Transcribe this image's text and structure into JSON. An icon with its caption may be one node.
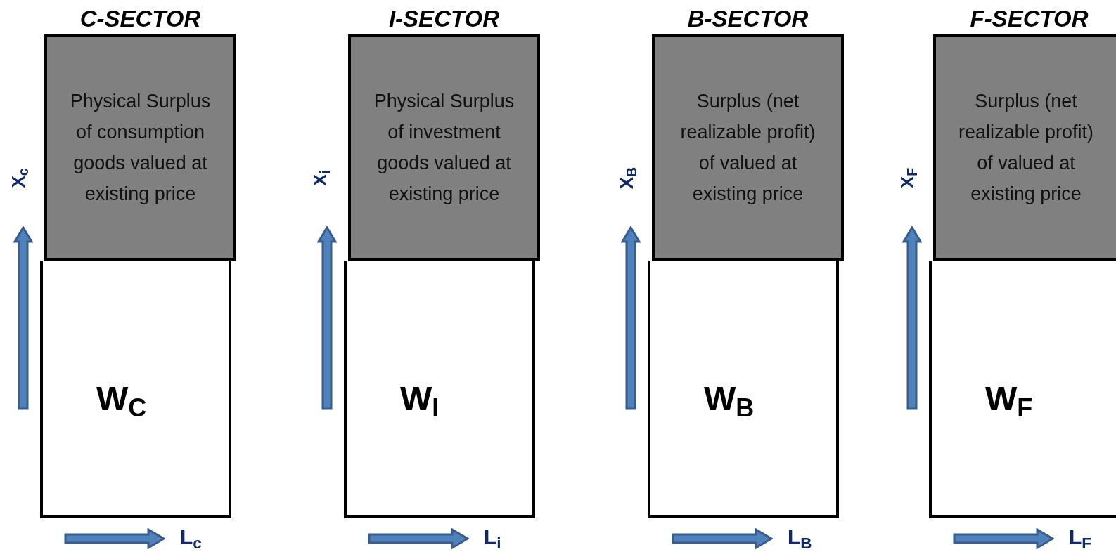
{
  "diagram": {
    "nodes": [
      {
        "text": [
          "Physical Surplus of consumption goods valued at existing price"
        ]
      },
      {
        "text": [
          "W$_{C}$"
        ]
      },
      {
        "text": [
          "Physical Surplus of investment goods valued at existing price"
        ]
      },
      {
        "text": [
          "W$_{I}$"
        ]
      },
      {
        "text": [
          "Surplus (net realizable profit) of valued at existing price"
        ]
      },
      {
        "text": [
          "W$_{B}$"
        ]
      },
      {
        "text": [
          "Surplus (net realizable profit) of valued at existing price"
        ]
      },
      {
        "text": [
          "W$_{F}$"
        ]
      }
    ],
    "labels": [
      "C-SECTOR",
      "X$_{c}$",
      "L$_{c}$",
      "I-SECTOR",
      "X$_{i}$",
      "L$_{i}$",
      "B-SECTOR",
      "X$_{B}$",
      "L$_{B}$",
      "F-SECTOR",
      "X$_{F}$",
      "L$_{F}$"
    ]
  }
}
